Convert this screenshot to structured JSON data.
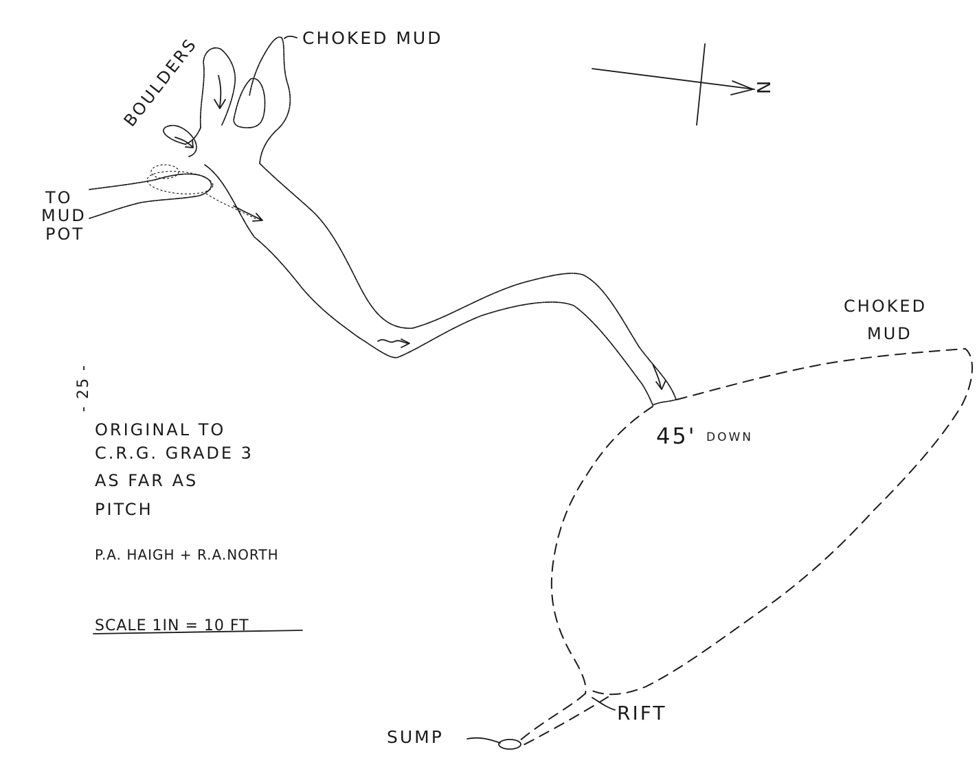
{
  "labels": {
    "choked_mud_top": "CHOKED MUD",
    "boulders": "BOULDERS",
    "to": "TO",
    "mud": "MUD",
    "pot": "POT",
    "choked": "CHOKED",
    "mud_right": "MUD",
    "pitch_depth": "45'",
    "pitch_down": "DOWN",
    "rift": "RIFT",
    "sump": "SUMP",
    "north": "N",
    "page_number": "- 25 -"
  },
  "notes": {
    "line1": "ORIGINAL TO",
    "line2": "C.R.G. GRADE 3",
    "line3": "AS FAR AS",
    "line4": "PITCH",
    "authors": "P.A. HAIGH + R.A.NORTH",
    "scale": "SCALE 1IN = 10 FT"
  }
}
